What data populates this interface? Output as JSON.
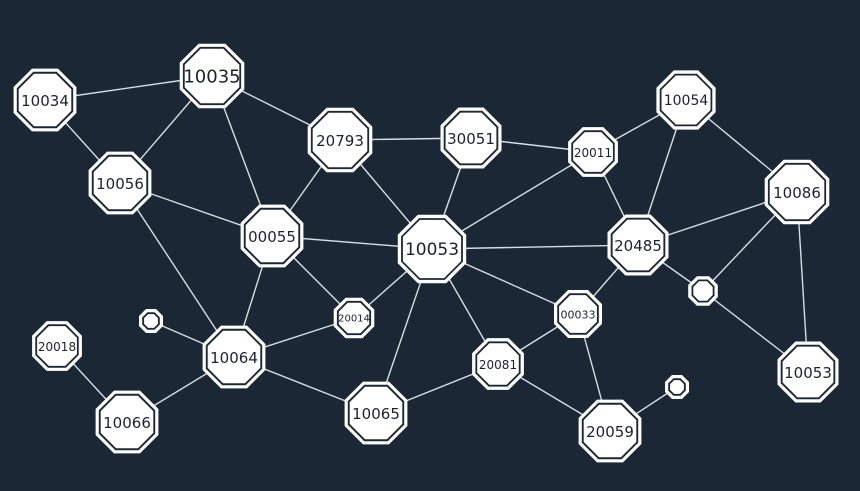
{
  "colors": {
    "background": "#1c2735",
    "node_fill": "#ffffff",
    "edge": "#d6dde5",
    "label": "#1a2330"
  },
  "nodes": [
    {
      "id": "n10035",
      "label": "10035"
    },
    {
      "id": "n10034",
      "label": "10034"
    },
    {
      "id": "n20793",
      "label": "20793"
    },
    {
      "id": "n30051",
      "label": "30051"
    },
    {
      "id": "n20011",
      "label": "20011"
    },
    {
      "id": "n10054",
      "label": "10054"
    },
    {
      "id": "n10086",
      "label": "10086"
    },
    {
      "id": "n10056",
      "label": "10056"
    },
    {
      "id": "n00055",
      "label": "00055"
    },
    {
      "id": "n10053a",
      "label": "10053"
    },
    {
      "id": "n20485",
      "label": "20485"
    },
    {
      "id": "n20014",
      "label": "20014"
    },
    {
      "id": "n00033",
      "label": "00033"
    },
    {
      "id": "n20018",
      "label": "20018"
    },
    {
      "id": "n10064",
      "label": "10064"
    },
    {
      "id": "n20081",
      "label": "20081"
    },
    {
      "id": "n10053b",
      "label": "10053"
    },
    {
      "id": "n10066",
      "label": "10066"
    },
    {
      "id": "n10065",
      "label": "10065"
    },
    {
      "id": "n20059",
      "label": "20059"
    },
    {
      "id": "s1",
      "label": ""
    },
    {
      "id": "s2",
      "label": ""
    },
    {
      "id": "s3",
      "label": ""
    }
  ],
  "edges": [
    [
      "n10034",
      "n10035"
    ],
    [
      "n10034",
      "n10056"
    ],
    [
      "n10035",
      "n10056"
    ],
    [
      "n10035",
      "n20793"
    ],
    [
      "n10035",
      "n00055"
    ],
    [
      "n20793",
      "n30051"
    ],
    [
      "n20793",
      "n00055"
    ],
    [
      "n20793",
      "n10053a"
    ],
    [
      "n30051",
      "n20011"
    ],
    [
      "n30051",
      "n10053a"
    ],
    [
      "n20011",
      "n10054"
    ],
    [
      "n20011",
      "n10053a"
    ],
    [
      "n20011",
      "n20485"
    ],
    [
      "n10054",
      "n10086"
    ],
    [
      "n10054",
      "n20485"
    ],
    [
      "n10086",
      "n20485"
    ],
    [
      "n10086",
      "n10053b"
    ],
    [
      "n10086",
      "s2"
    ],
    [
      "n20485",
      "s2"
    ],
    [
      "s2",
      "n10053b"
    ],
    [
      "n10056",
      "n00055"
    ],
    [
      "n10056",
      "n10064"
    ],
    [
      "n00055",
      "n10053a"
    ],
    [
      "n00055",
      "n20014"
    ],
    [
      "n00055",
      "n10064"
    ],
    [
      "n10053a",
      "n20485"
    ],
    [
      "n10053a",
      "n20014"
    ],
    [
      "n10053a",
      "n00033"
    ],
    [
      "n10053a",
      "n20081"
    ],
    [
      "n10053a",
      "n10065"
    ],
    [
      "n20485",
      "n00033"
    ],
    [
      "n20014",
      "n10064"
    ],
    [
      "n00033",
      "n20081"
    ],
    [
      "n00033",
      "n20059"
    ],
    [
      "n20018",
      "n10066"
    ],
    [
      "n10064",
      "n10066"
    ],
    [
      "n10064",
      "s1"
    ],
    [
      "n10064",
      "n10065"
    ],
    [
      "n20081",
      "n10065"
    ],
    [
      "n20081",
      "n20059"
    ],
    [
      "n20059",
      "s3"
    ]
  ]
}
